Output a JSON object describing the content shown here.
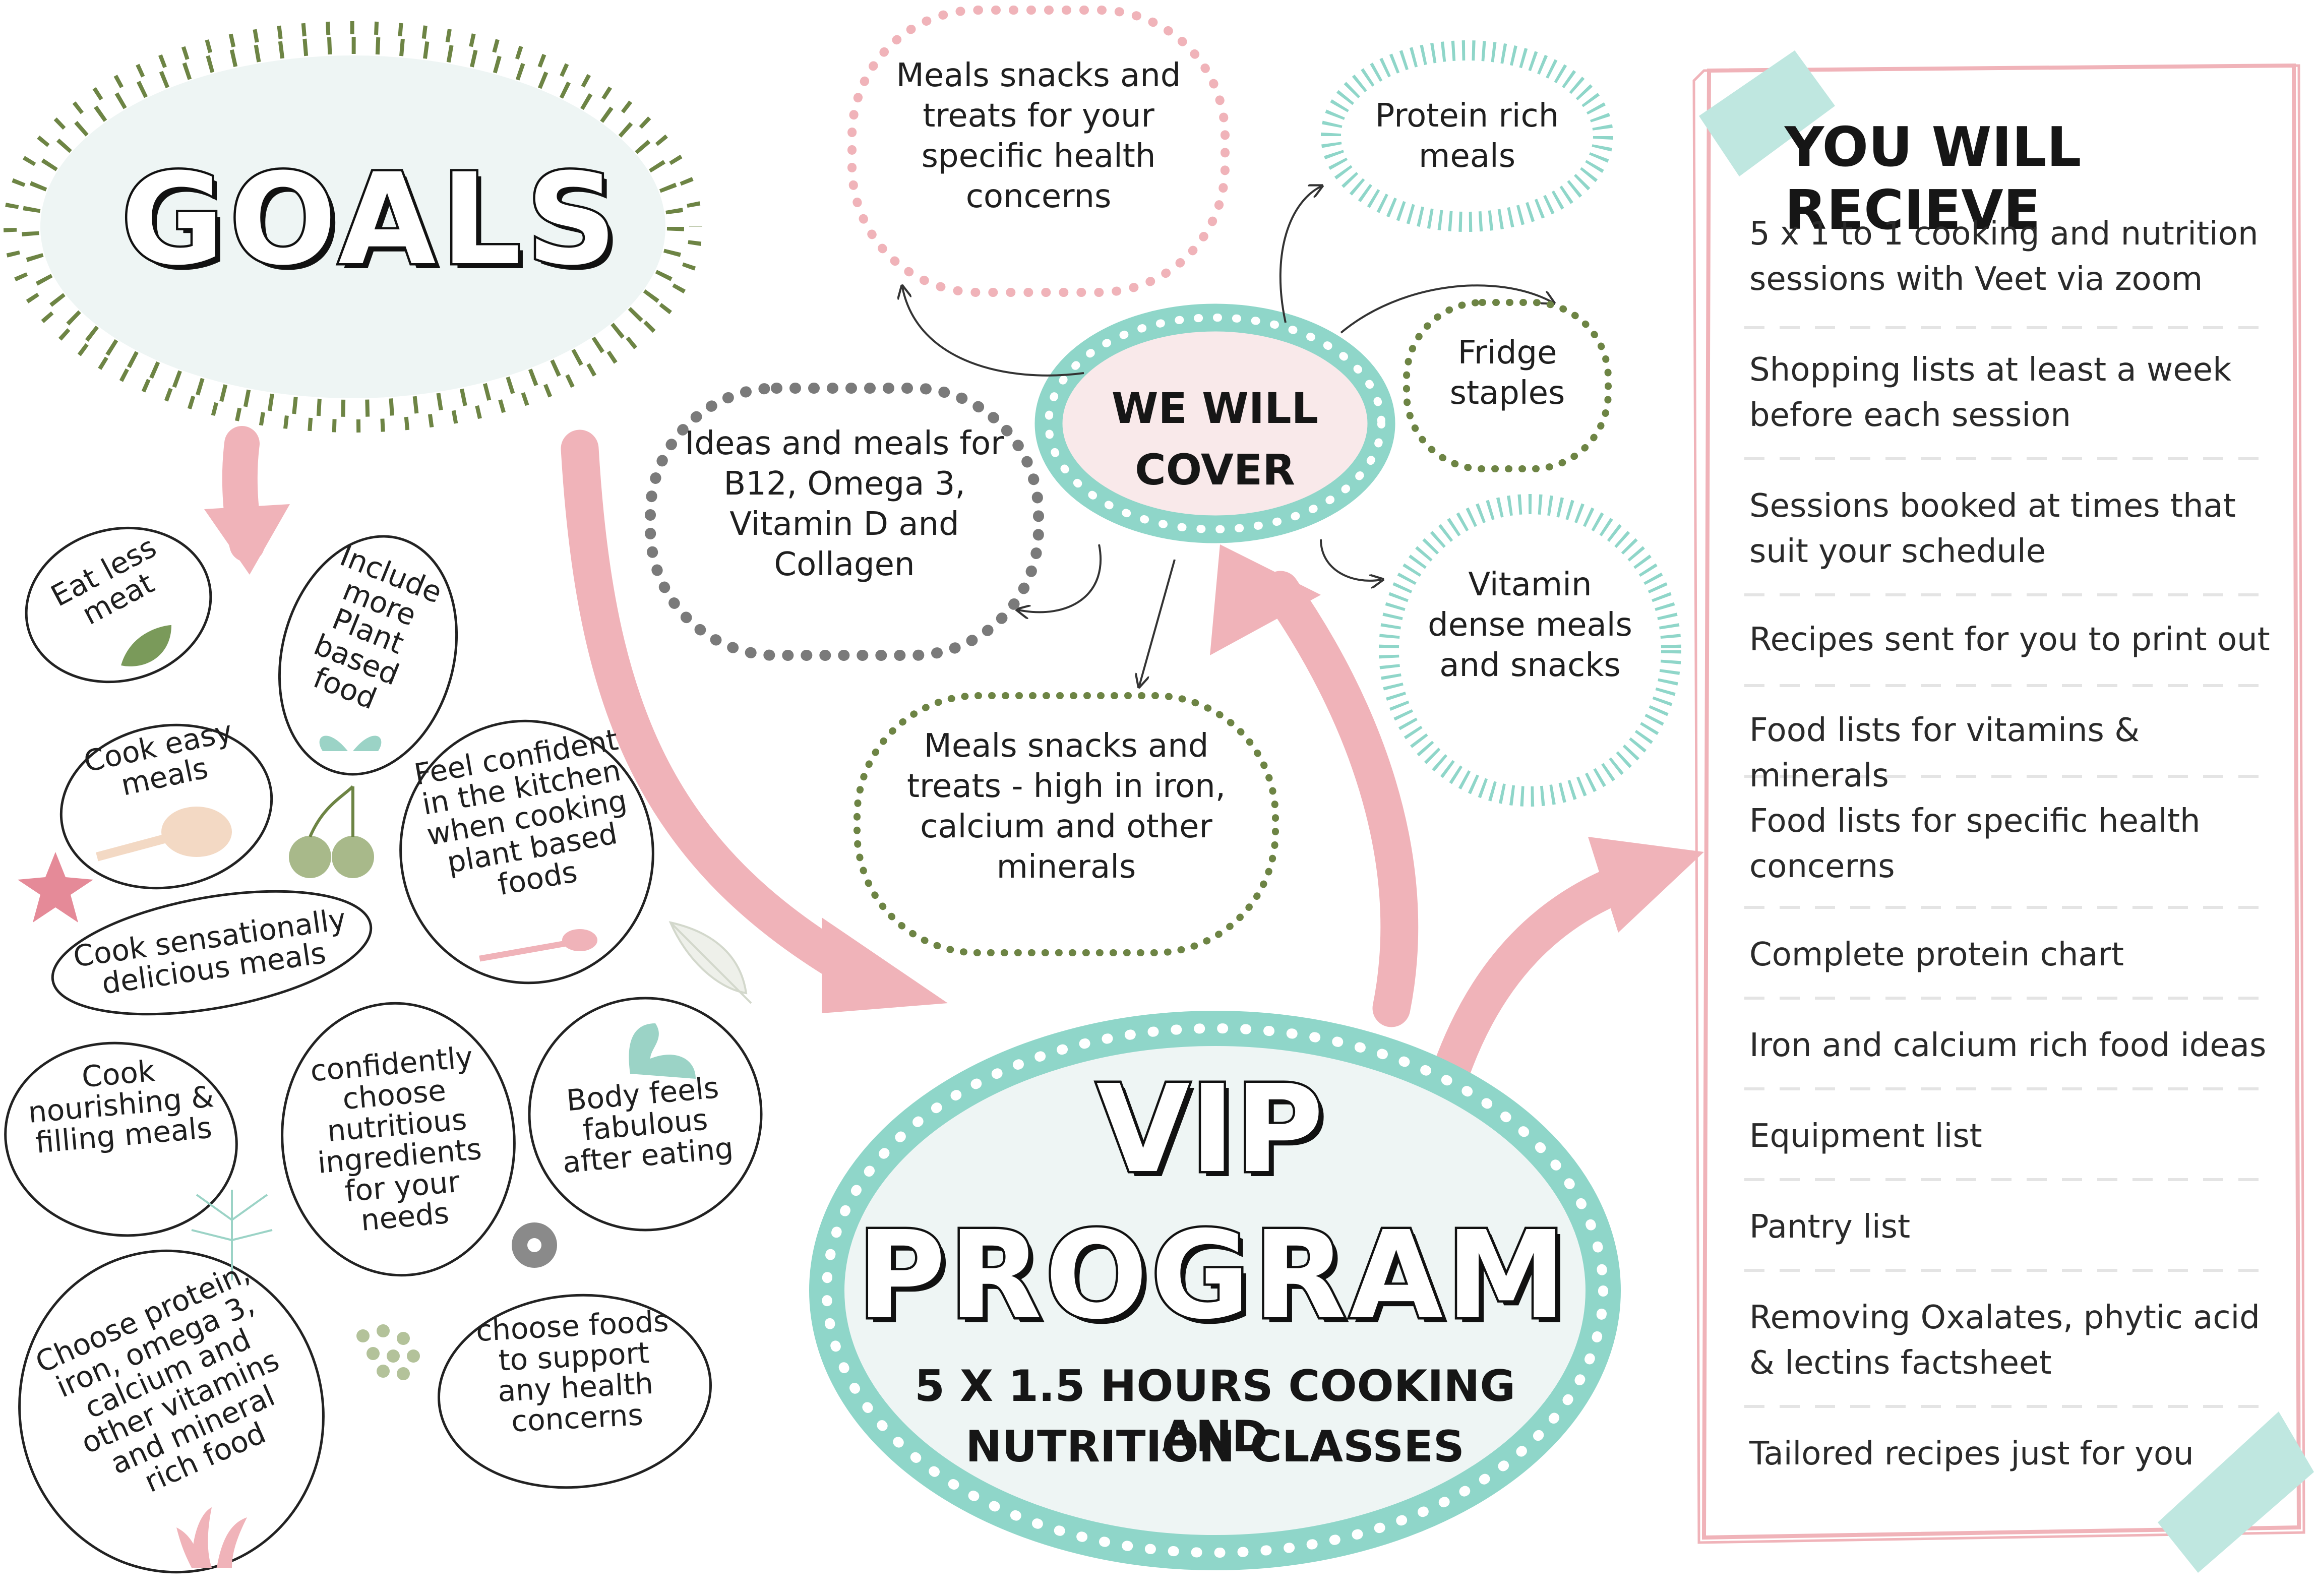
{
  "colors": {
    "pink": "#f0b3b9",
    "mint": "#8fd6c9",
    "olive": "#6d8444",
    "grey": "#7a7a7a",
    "cloud_fill": "#eef5f4",
    "pink_fill": "#f9e9ea",
    "ink": "#1f1f1f"
  },
  "goals": {
    "title": "GOALS",
    "items": [
      "Eat less meat",
      "Include more Plant based food",
      "Cook easy meals",
      "Feel confident in the kitchen when cooking plant based foods",
      "Cook sensationally delicious meals",
      "Cook nourishing & filling meals",
      "confidently choose nutritious ingredients for your needs",
      "Body feels fabulous after eating",
      "Choose protein, iron, omega 3, calcium and other vitamins and mineral rich food",
      "choose foods to support any health concerns"
    ]
  },
  "cover": {
    "center_label_line1": "WE WILL",
    "center_label_line2": "COVER",
    "topics": [
      "Meals snacks and treats for your specific health concerns",
      "Protein rich meals",
      "Fridge staples",
      "Ideas and meals for B12, Omega 3, Vitamin D and Collagen",
      "Vitamin dense meals and snacks",
      "Meals snacks and treats - high in iron, calcium and other minerals"
    ]
  },
  "vip": {
    "title_line1": "VIP",
    "title_line2": "PROGRAM",
    "subtitle_line1": "5 X 1.5 HOURS COOKING AND",
    "subtitle_line2": "NUTRITION CLASSES"
  },
  "receive": {
    "title": "YOU WILL RECIEVE",
    "items": [
      "5 x 1 to 1 cooking and nutrition sessions with Veet via zoom",
      "Shopping lists at least a week before each session",
      "Sessions booked at times that suit your schedule",
      "Recipes sent for you to print out",
      "Food lists for vitamins & minerals",
      "Food lists for specific health concerns",
      "Complete protein chart",
      "Iron and calcium rich food ideas",
      "Equipment list",
      "Pantry list",
      "Removing Oxalates, phytic acid & lectins factsheet",
      "Tailored recipes just for you"
    ]
  },
  "icons": [
    "leaf-icon",
    "sprout-icon",
    "measuring-spoon-icon",
    "cherries-icon",
    "starfish-icon",
    "spoon-icon",
    "leaf-outline-icon",
    "flexed-arm-icon",
    "dill-icon",
    "flower-icon",
    "seeds-icon",
    "grass-icon"
  ]
}
